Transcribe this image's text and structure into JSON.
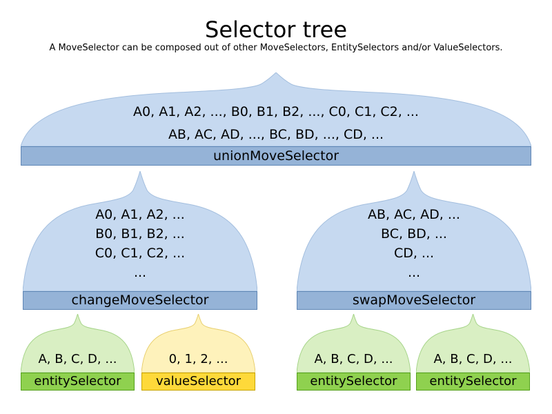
{
  "title": "Selector tree",
  "subtitle": "A MoveSelector can be composed out of other MoveSelectors, EntitySelectors and/or ValueSelectors.",
  "colors": {
    "blue_cloud": "#c6d9f0",
    "blue_cloud_stroke": "#a3bede",
    "blue_bar": "#95b3d7",
    "blue_bar_border": "#5f86b5",
    "green_cloud": "#d9efc3",
    "green_cloud_stroke": "#a6d489",
    "green_bar": "#8fd14f",
    "green_bar_border": "#55a11c",
    "yellow_cloud": "#fef2bb",
    "yellow_cloud_stroke": "#e8cf6e",
    "yellow_bar": "#fed93a",
    "yellow_bar_border": "#c8a400"
  },
  "nodes": {
    "union": {
      "label": "unionMoveSelector",
      "lines": [
        "A0, A1, A2, ..., B0, B1, B2, ..., C0, C1, C2, ...",
        "AB, AC, AD, ..., BC, BD, ..., CD, ..."
      ]
    },
    "change": {
      "label": "changeMoveSelector",
      "lines": [
        "A0, A1, A2, ...",
        "B0, B1, B2, ...",
        "C0, C1, C2, ...",
        "..."
      ]
    },
    "swap": {
      "label": "swapMoveSelector",
      "lines": [
        "AB, AC, AD, ...",
        "BC, BD, ...",
        "CD, ...",
        "..."
      ]
    },
    "entity1": {
      "label": "entitySelector",
      "lines": [
        "A, B, C, D, ..."
      ]
    },
    "value1": {
      "label": "valueSelector",
      "lines": [
        "0, 1, 2, ..."
      ]
    },
    "entity2": {
      "label": "entitySelector",
      "lines": [
        "A, B, C, D, ..."
      ]
    },
    "entity3": {
      "label": "entitySelector",
      "lines": [
        "A, B, C, D, ..."
      ]
    }
  }
}
